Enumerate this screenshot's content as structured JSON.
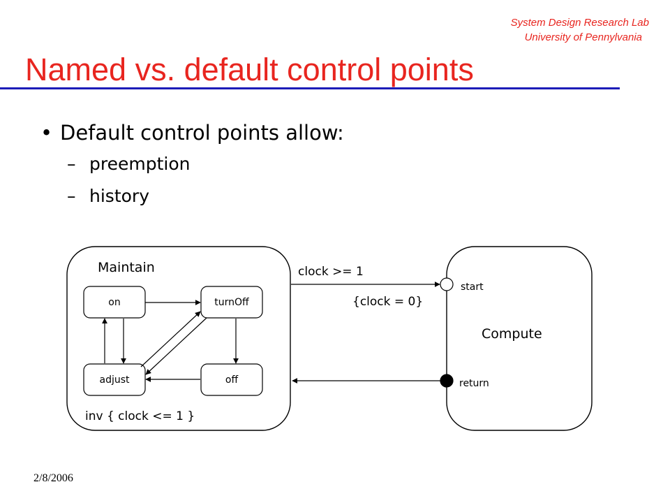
{
  "header": {
    "lab_line1": "System Design Research Lab",
    "lab_line2": "University of Pennylvania"
  },
  "slide": {
    "title": "Named vs. default control points",
    "bullet": "Default control points allow:",
    "subitems": [
      "preemption",
      "history"
    ],
    "footer_date": "2/8/2006"
  },
  "diagram": {
    "maintain": {
      "label": "Maintain",
      "states": {
        "on": "on",
        "turnoff": "turnOff",
        "adjust": "adjust",
        "off": "off"
      },
      "invariant": "inv { clock <= 1 }"
    },
    "compute": {
      "label": "Compute",
      "start_label": "start",
      "return_label": "return"
    },
    "transition_guard": "clock >= 1",
    "transition_action": "{clock = 0}"
  },
  "colors": {
    "accent": "#e8251f",
    "rule": "#1c1cb8"
  }
}
